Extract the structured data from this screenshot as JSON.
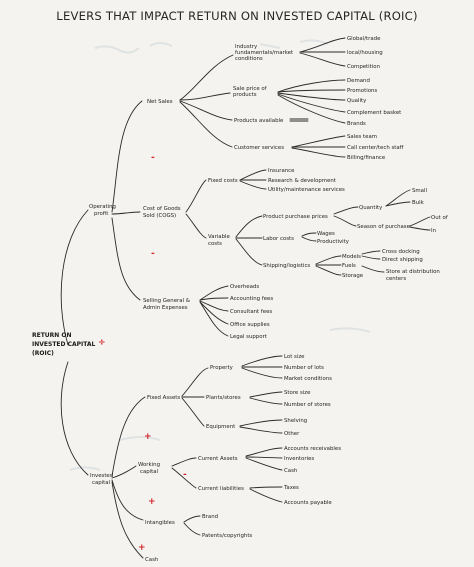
{
  "title": "LEVERS THAT IMPACT RETURN ON INVESTED CAPITAL (ROIC)",
  "root": {
    "lines": [
      "RETURN ON",
      "INVESTED CAPITAL",
      "(ROIC)"
    ],
    "op": "÷"
  },
  "operating_profit": {
    "label_lines": [
      "Operating",
      "profit"
    ],
    "op1": "-",
    "op2": "-",
    "net_sales": {
      "label": "Net Sales",
      "industry": {
        "lines": [
          "Industry",
          "fundamentals/market",
          "conditions"
        ],
        "children": [
          "Global/trade",
          "local/housing",
          "Competition"
        ]
      },
      "sale_price": {
        "lines": [
          "Sale price of",
          "products"
        ],
        "children": [
          "Demand",
          "Promotions",
          "Quality",
          "Complement basket",
          "Brands"
        ]
      },
      "products_available": {
        "label": "Products available"
      },
      "customer_services": {
        "label": "Customer services",
        "children": [
          "Sales team",
          "Call center/tech staff",
          "Billing/finance"
        ]
      }
    },
    "cogs": {
      "lines": [
        "Cost of Goods",
        "Sold (COGS)"
      ],
      "fixed_costs": {
        "label": "Fixed costs",
        "children": [
          "Insurance",
          "Research & development",
          "Utility/maintenance services"
        ]
      },
      "variable_costs": {
        "lines": [
          "Variable",
          "costs"
        ],
        "product_purchase_prices": {
          "label": "Product purchase prices",
          "quantity": "Quantity",
          "quantity_children": [
            "Small",
            "Bulk"
          ],
          "season": "Season of purchase",
          "season_children": [
            "Out of",
            "In"
          ]
        },
        "labor_costs": {
          "label": "Labor costs",
          "children": [
            "Wages",
            "Productivity"
          ]
        },
        "shipping": {
          "label": "Shipping/logistics",
          "children": [
            "Models",
            "Fuels",
            "Storage"
          ],
          "models_children": [
            "Cross docking",
            "Direct shipping"
          ],
          "store_lines": [
            "Store at distribution",
            "centers"
          ]
        }
      }
    },
    "sga": {
      "lines": [
        "Selling General &",
        "Admin Expenses"
      ],
      "children": [
        "Overheads",
        "Accounting fees",
        "Consultant fees",
        "Office supplies",
        "Legal support"
      ]
    }
  },
  "invested_capital": {
    "label_lines": [
      "Invested",
      "capital"
    ],
    "op1": "+",
    "op2": "+",
    "op3": "+",
    "fixed_assets": {
      "label": "Fixed Assets",
      "property": {
        "label": "Property",
        "children": [
          "Lot size",
          "Number of lots",
          "Market conditions"
        ]
      },
      "plants_stores": {
        "label": "Plants/stores",
        "children": [
          "Store size",
          "Number of stores"
        ]
      },
      "equipment": {
        "label": "Equipment",
        "children": [
          "Shelving",
          "Other"
        ]
      }
    },
    "working_capital": {
      "lines": [
        "Working",
        "capital"
      ],
      "op": "-",
      "current_assets": {
        "label": "Current Assets",
        "children": [
          "Accounts receivables",
          "Inventories",
          "Cash"
        ]
      },
      "current_liabilities": {
        "label": "Current liabilities",
        "children": [
          "Taxes",
          "Accounts payable"
        ]
      }
    },
    "intangibles": {
      "label": "Intangibles",
      "children": [
        "Brand",
        "Patents/copyrights"
      ]
    },
    "cash": {
      "label": "Cash"
    }
  }
}
